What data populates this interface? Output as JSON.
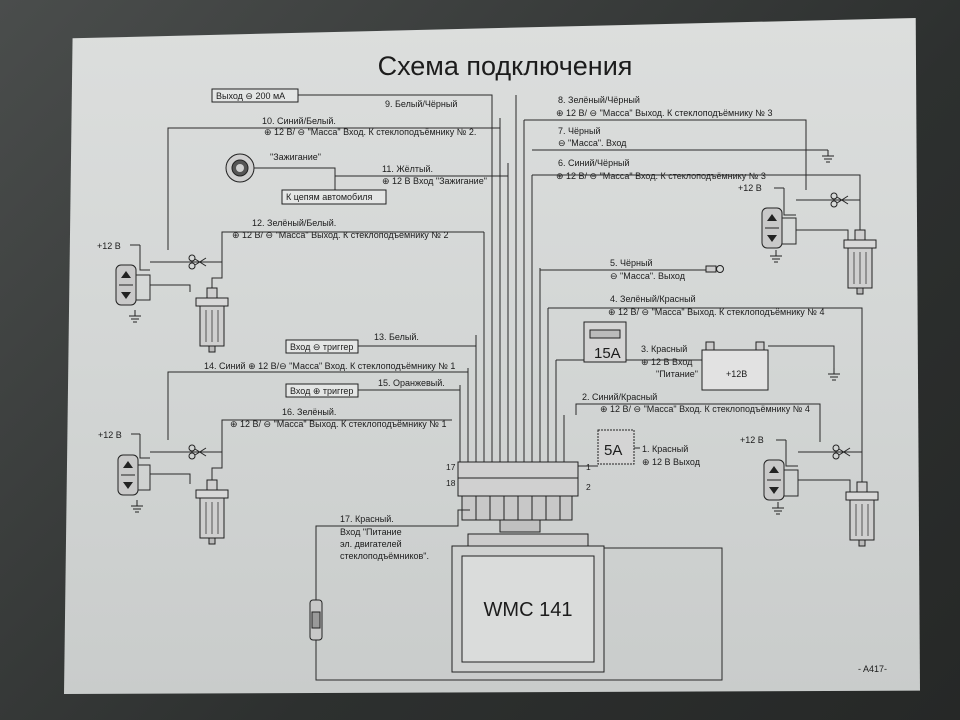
{
  "title": "Схема подключения",
  "out_minus": "Выход ⊖ 200 мА",
  "w9": "9. Белый/Чёрный",
  "w10a": "10. Синий/Белый.",
  "w10b": "⊕ 12 В/ ⊖ \"Масса\" Вход. К стеклоподъёмнику № 2.",
  "ign_label": "\"Зажигание\"",
  "w11a": "11. Жёлтый.",
  "w11b": "⊕ 12 В Вход \"Зажигание\"",
  "car_circuits": "К цепям автомобиля",
  "w12a": "12. Зелёный/Белый.",
  "w12b": "⊕ 12 В/ ⊖ \"Масса\" Выход. К стеклоподъёмнику № 2",
  "plus12": "+12 В",
  "trig_minus": "Вход ⊖ триггер",
  "w13": "13. Белый.",
  "w14": "14. Синий ⊕ 12 В/⊖ \"Масса\" Вход. К стеклоподъёмнику № 1",
  "trig_plus": "Вход ⊕ триггер",
  "w15": "15. Оранжевый.",
  "w16a": "16. Зелёный.",
  "w16b": "⊕ 12 В/ ⊖ \"Масса\" Выход. К стеклоподъёмнику № 1",
  "w8a": "8. Зелёный/Чёрный",
  "w8b": "⊕ 12 В/ ⊖ \"Масса\" Выход. К стеклоподъёмнику № 3",
  "w7a": "7. Чёрный",
  "w7b": "⊖ \"Масса\". Вход",
  "w6a": "6. Синий/Чёрный",
  "w6b": "⊕ 12 В/ ⊖ \"Масса\" Вход. К стеклоподъёмнику № 3",
  "w5a": "5. Чёрный",
  "w5b": "⊖ \"Масса\". Выход",
  "w4a": "4. Зелёный/Красный",
  "w4b": "⊕ 12 В/ ⊖ \"Масса\" Выход. К стеклоподъёмнику № 4",
  "w3a": "3. Красный",
  "w3b": "⊕ 12 В Вход",
  "w3c": "\"Питание\"",
  "fuse15": "15A",
  "fuse5": "5A",
  "battery": "+12В",
  "w2a": "2. Синий/Красный",
  "w2b": "⊕ 12 В/ ⊖ \"Масса\" Вход. К стеклоподъёмнику № 4",
  "w1a": "1. Красный",
  "w1b": "⊕ 12 В Выход",
  "pin1": "1",
  "pin2": "2",
  "pin17": "17",
  "pin18": "18",
  "w17a": "17. Красный.",
  "w17b": "Вход \"Питание",
  "w17c": "эл. двигателей",
  "w17d": "стеклоподъёмников\".",
  "model": "WMC 141",
  "code": "- A417-"
}
